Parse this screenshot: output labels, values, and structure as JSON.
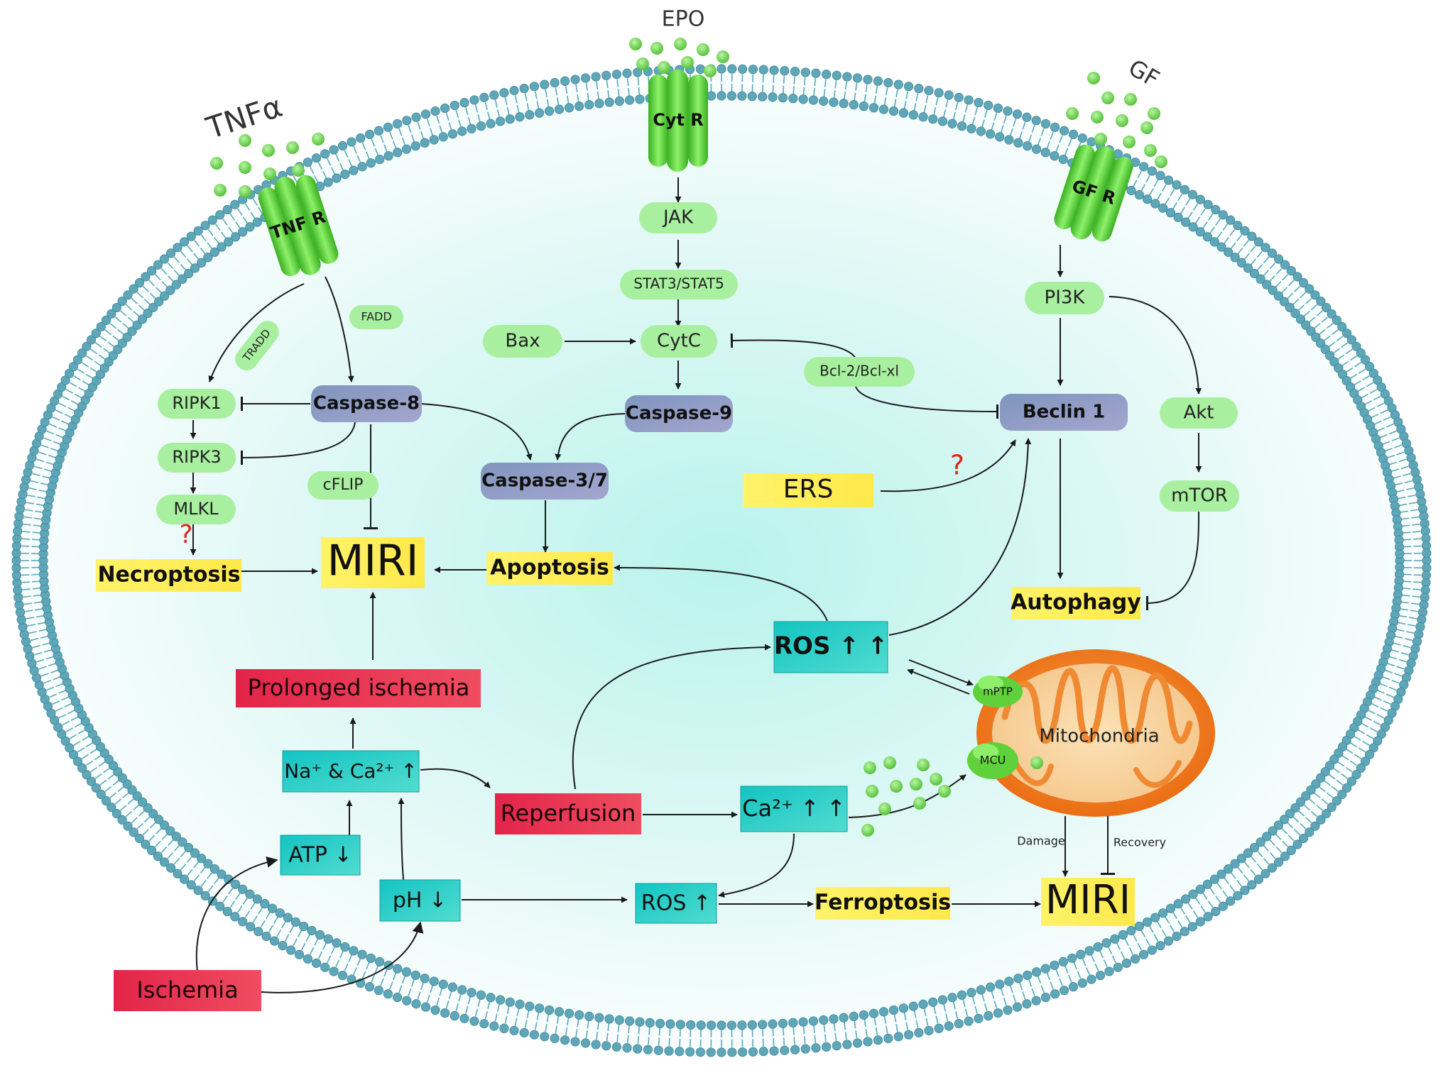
{
  "ligands": {
    "tnfa": "TNFα",
    "epo": "EPO",
    "gf": "GF"
  },
  "receptors": {
    "tnf_r": "TNF R",
    "cyt_r": "Cyt R",
    "gf_r": "GF R"
  },
  "nodes": {
    "tradd": "TRADD",
    "fadd": "FADD",
    "ripk1": "RIPK1",
    "ripk3": "RIPK3",
    "mlkl": "MLKL",
    "caspase8": "Caspase-8",
    "cflip": "cFLIP",
    "necroptosis": "Necroptosis",
    "miri_top": "MIRI",
    "jak": "JAK",
    "stat": "STAT3/STAT5",
    "bax": "Bax",
    "cytc": "CytC",
    "caspase9": "Caspase-9",
    "caspase37": "Caspase-3/7",
    "apoptosis": "Apoptosis",
    "bcl2": "Bcl-2/Bcl-xl",
    "pi3k": "PI3K",
    "beclin1": "Beclin 1",
    "akt": "Akt",
    "mtor": "mTOR",
    "ers": "ERS",
    "autophagy": "Autophagy",
    "ros_high": "ROS ↑ ↑",
    "prolonged_ischemia": "Prolonged ischemia",
    "na_ca": "Na⁺ & Ca²⁺ ↑",
    "atp": "ATP ↓",
    "ph": "pH ↓",
    "ischemia": "Ischemia",
    "reperfusion": "Reperfusion",
    "ca_high": "Ca²⁺ ↑ ↑",
    "ros": "ROS ↑",
    "ferroptosis": "Ferroptosis",
    "miri_bottom": "MIRI",
    "mitochondria": "Mitochondria",
    "mptp": "mPTP",
    "mcu": "MCU",
    "damage": "Damage",
    "recovery": "Recovery",
    "question": "?"
  },
  "colors": {
    "membrane": "#5fa7b8",
    "green_pill": "#a8f0a0",
    "grey_blue": "#8a9cc0",
    "yellow": "#ffef5a",
    "red": "#e63350",
    "teal": "#25cfc8",
    "mito": "#f07a1e",
    "receptor": "#5fd13a",
    "particle": "#6fd04a"
  }
}
